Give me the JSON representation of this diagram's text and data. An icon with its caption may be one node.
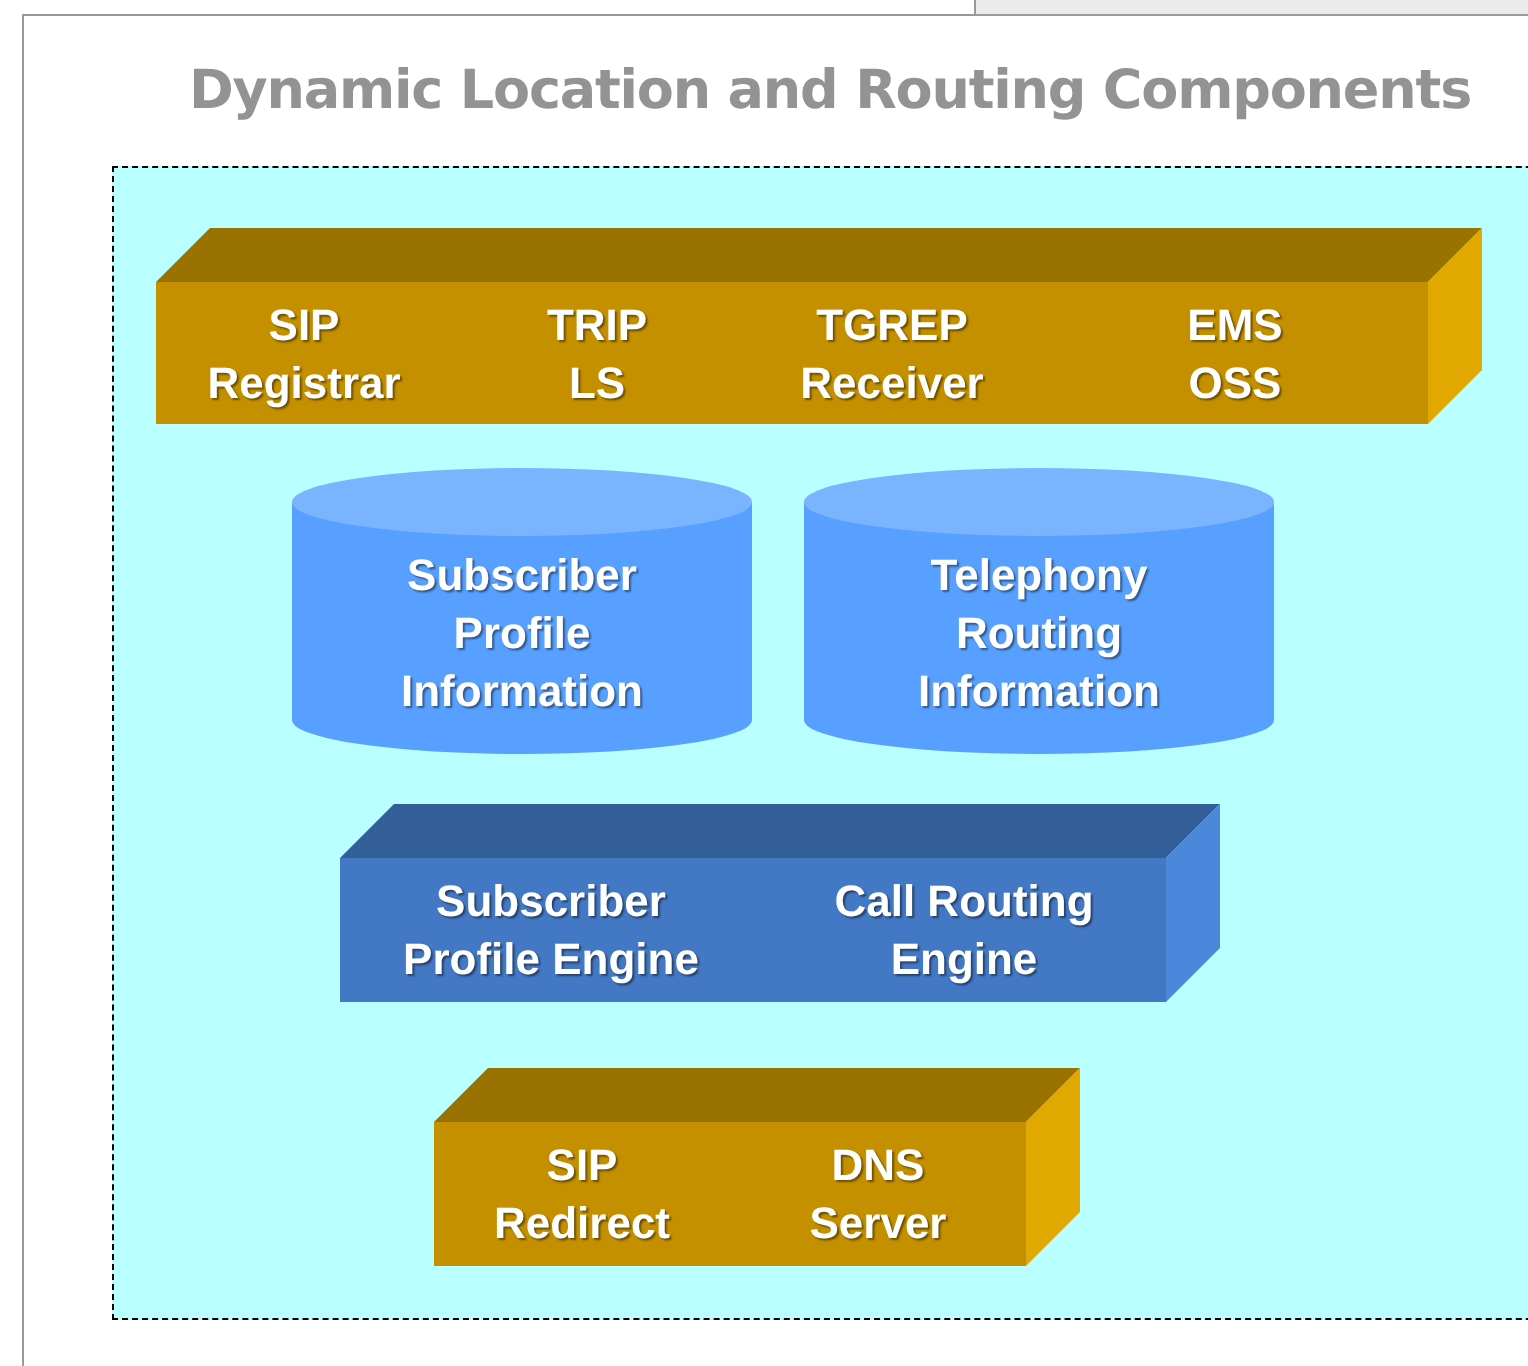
{
  "diagram": {
    "title": "Dynamic Location and Routing Components",
    "nodes": [
      {
        "text": [],
        "shape": "box"
      },
      {
        "text": [
          "SIP Registrar"
        ],
        "in": 0
      },
      {
        "text": [
          "TRIP LS"
        ],
        "in": 0
      },
      {
        "text": [
          "TGREP Receiver"
        ],
        "in": 0
      },
      {
        "text": [
          "EMS OSS"
        ],
        "in": 0
      },
      {
        "text": [
          "Subscriber Profile Information"
        ],
        "in": 0
      },
      {
        "text": [
          "Telephony Routing Information"
        ],
        "in": 0
      },
      {
        "text": [
          "Subscriber Profile Engine"
        ],
        "in": 0
      },
      {
        "text": [
          "Call Routing Engine"
        ],
        "in": 0
      },
      {
        "text": [
          "SIP Redirect"
        ],
        "in": 0
      },
      {
        "text": [
          "DNS Server"
        ],
        "in": 0
      }
    ]
  }
}
